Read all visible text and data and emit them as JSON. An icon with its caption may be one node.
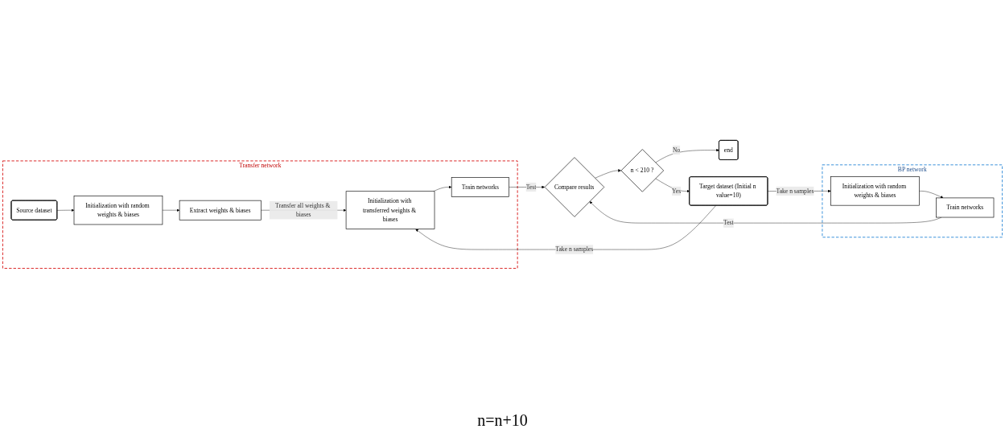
{
  "diagram": {
    "nodes": [
      {
        "text": [
          "Transfer network"
        ]
      },
      {
        "text": [
          "Initialization with transferred weights & biases"
        ],
        "in": 0
      },
      {
        "text": [
          "Train networks"
        ],
        "in": 0
      },
      {
        "text": [
          "Source dataset"
        ],
        "in": 0
      },
      {
        "text": [
          "Initialization with random weights & biases"
        ],
        "in": 0
      },
      {
        "text": [
          "Extract weights & biases"
        ],
        "in": 0
      },
      {
        "text": [
          "Target dataset (Initial n value=10)"
        ]
      },
      {
        "text": [
          "BP network"
        ]
      },
      {
        "text": [
          "Initialization with random weights & biases"
        ],
        "in": 7
      },
      {
        "text": [
          "Train networks"
        ],
        "in": 7
      },
      {
        "text": [
          "Compare results"
        ]
      },
      {
        "text": [
          "n < 210 ?"
        ]
      },
      {
        "text": [
          "end"
        ]
      }
    ],
    "edges": [
      {
        "from": 6,
        "to": 1,
        "arrow": "to",
        "label": "Take n samples"
      },
      {
        "from": 1,
        "to": 2,
        "arrow": "to"
      },
      {
        "from": 3,
        "to": 4,
        "arrow": "to"
      },
      {
        "from": 4,
        "to": 5,
        "arrow": "to"
      },
      {
        "from": 5,
        "to": 1,
        "arrow": "to",
        "label": "Transfer all weights & biases"
      },
      {
        "from": 2,
        "to": 10,
        "arrow": "to",
        "label": "Test"
      },
      {
        "from": 6,
        "to": 8,
        "arrow": "to",
        "label": "Take n samples"
      },
      {
        "from": 8,
        "to": 9,
        "arrow": "to"
      },
      {
        "from": 9,
        "to": 10,
        "arrow": "to",
        "label": "Test"
      },
      {
        "from": 10,
        "to": 11,
        "arrow": "to"
      },
      {
        "from": 11,
        "to": 12,
        "arrow": "to",
        "label": "No"
      },
      {
        "from": 11,
        "to": 6,
        "arrow": "to",
        "label": "Yes"
      }
    ],
    "labels": [
      "n=n+10"
    ]
  }
}
